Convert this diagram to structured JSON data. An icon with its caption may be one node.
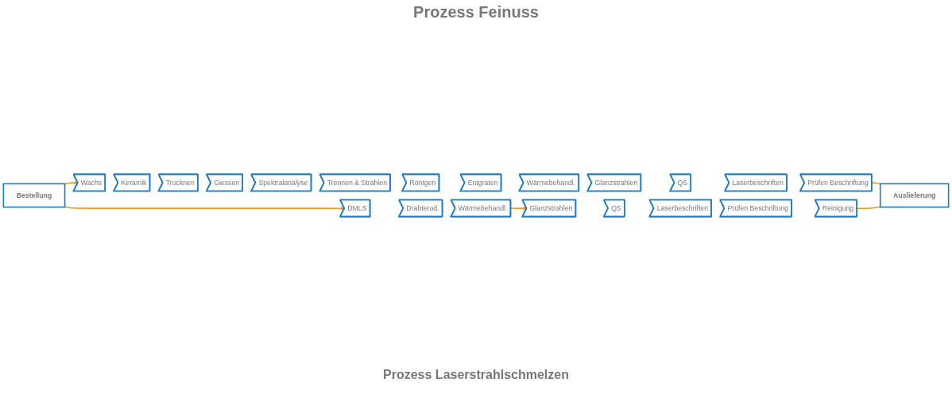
{
  "diagram": {
    "title": "Prozess Feinuss",
    "nodes": [
      {
        "text": [
          "Bestellung"
        ]
      },
      {
        "text": [
          "Auslieferung"
        ]
      },
      {
        "text": [
          "Wachs"
        ]
      },
      {
        "text": [
          "Keramik"
        ]
      },
      {
        "text": [
          "Trocknen"
        ]
      },
      {
        "text": [
          "Giessen"
        ]
      },
      {
        "text": [
          "Spektralanalyse"
        ]
      },
      {
        "text": [
          "Trennen & Strahlen"
        ]
      },
      {
        "text": [
          "Röntgen"
        ]
      },
      {
        "text": [
          "Entgraten"
        ]
      },
      {
        "text": [
          "Wärmebehandl."
        ]
      },
      {
        "text": [
          "Glanzstrahlen"
        ]
      },
      {
        "text": [
          "QS"
        ]
      },
      {
        "text": [
          "Laserbeschriften"
        ]
      },
      {
        "text": [
          "Prüfen Beschriftung"
        ]
      },
      {
        "text": [
          "DMLS"
        ]
      },
      {
        "text": [
          "Drahterod."
        ]
      },
      {
        "text": [
          "Wärmebehandl."
        ]
      },
      {
        "text": [
          "Glanzstrahlen"
        ]
      },
      {
        "text": [
          "QS"
        ]
      },
      {
        "text": [
          "Laserbeschriften"
        ]
      },
      {
        "text": [
          "Prüfen Beschriftung"
        ]
      },
      {
        "text": [
          "Reinigung"
        ]
      }
    ],
    "edges": [
      {
        "from": 0,
        "to": 2,
        "arrow": "to"
      },
      {
        "from": 0,
        "to": 15,
        "arrow": "to"
      },
      {
        "from": 17,
        "to": 18,
        "arrow": "to"
      },
      {
        "from": 14,
        "to": 1,
        "arrow": "none"
      },
      {
        "from": 22,
        "to": 1,
        "arrow": "none"
      }
    ],
    "labels": [
      "Prozess Laserstrahlschmelzen"
    ]
  }
}
